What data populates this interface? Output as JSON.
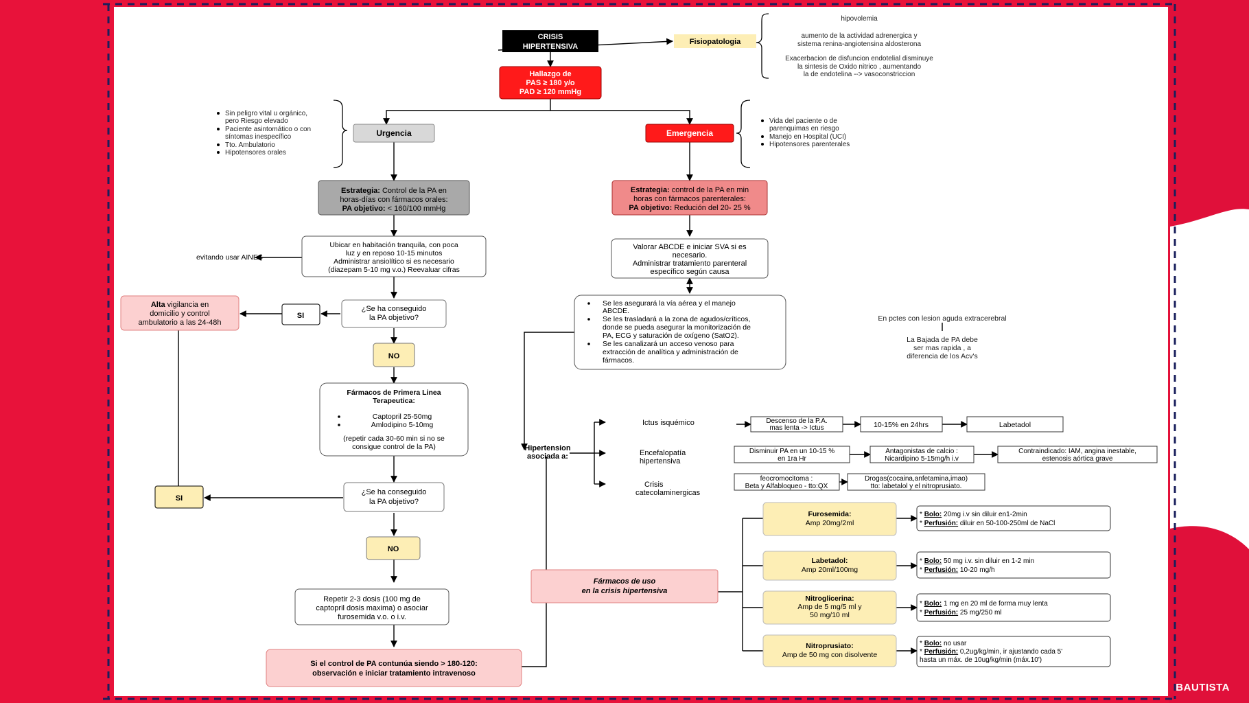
{
  "title_box": {
    "line1": "CRISIS",
    "line2": "HIPERTENSIVA"
  },
  "fisiopatologia": {
    "label": "Fisiopatologia",
    "items": [
      "hipovolemia",
      "aumento de la actividad adrenergica y",
      "sistema renina-angiotensina aldosterona",
      "Exacerbacion de disfuncion endotelial disminuye",
      "la sintesis de Oxido nitrico , aumentando",
      "la de endotelina --> vasoconstriccion"
    ]
  },
  "hallazgo": {
    "line1": "Hallazgo de",
    "line2": "PAS ≥ 180 y/o",
    "line3": "PAD ≥ 120 mmHg"
  },
  "urgencia": {
    "label": "Urgencia",
    "notes": [
      "Sin peligro vital u orgánico,",
      "pero Riesgo elevado",
      "Paciente asintomático o con",
      "síntomas inespecífico",
      "Tto. Ambulatorio",
      "Hipotensores orales"
    ],
    "strategy": {
      "bold1": "Estrategia:",
      "text1": " Control de la PA en",
      "line2": "horas-días con fármacos orales:",
      "bold3": "PA objetivo:",
      "text3": " < 160/100 mmHg"
    },
    "ubicar": [
      "Ubicar en habitación tranquila, con poca",
      "luz y en reposo 10-15 minutos",
      "Administrar ansiolítico si es necesario",
      "(diazepam 5-10 mg v.o.) Reevaluar cifras"
    ],
    "aines": "evitando usar AINES",
    "q1": [
      "¿Se ha conseguido",
      "la PA objetivo?"
    ],
    "si": "SI",
    "no": "NO",
    "alta": {
      "bold": "Alta",
      "rest1": " vigilancia en",
      "line2": "domicilio y control",
      "line3": "ambulatorio a las 24-48h"
    },
    "farmacos1": {
      "title1": "Fármacos de Primera Linea",
      "title2": "Terapeutica:",
      "items": [
        "Captopril 25-50mg",
        "Amlodipino 5-10mg"
      ],
      "note1": "(repetir cada 30-60 min si no se",
      "note2": "consigue control de la PA)"
    },
    "q2": [
      "¿Se ha conseguido",
      "la PA objetivo?"
    ],
    "si2": "SI",
    "no2": "NO",
    "repetir": [
      "Repetir 2-3 dosis (100 mg de",
      "captopril dosis maxima) o asociar",
      "furosemida v.o. o i.v."
    ],
    "control": [
      "Si el control de PA contunúa siendo > 180-120:",
      "observación e iniciar tratamiento intravenoso"
    ]
  },
  "emergencia": {
    "label": "Emergencia",
    "notes": [
      "Vida del paciente o de",
      "parenquimas en riesgo",
      "Manejo en Hospital (UCI)",
      "Hipotensores parenterales"
    ],
    "strategy": {
      "bold1": "Estrategia:",
      "text1": " control de la PA en min",
      "line2": "horas con fármacos parenterales:",
      "bold3": "PA objetivo:",
      "text3": " Redución del 20- 25 %"
    },
    "valorar": [
      "Valorar ABCDE e iniciar SVA si es",
      "necesario.",
      "Administrar tratamiento parenteral",
      "específico según causa"
    ],
    "bullets": [
      "Se les asegurará la vía aérea y el manejo",
      "ABCDE.",
      "Se les trasladará a la zona de agudos/críticos,",
      "donde se pueda asegurar la monitorización de",
      "PA, ECG y saturación de oxígeno (SatO2).",
      "Se les canalizará un acceso venoso para",
      "extracción de analítica y administración de",
      "fármacos."
    ],
    "lesion": [
      "En pctes con lesion aguda  extracerebral",
      "|",
      "La Bajada de PA  debe",
      "ser mas rapida , a",
      "diferencia de los Acv's"
    ]
  },
  "hipertension": {
    "label1": "Hipertension",
    "label2": "asociada a:",
    "ictus": {
      "label": "Ictus isquémico",
      "b1": [
        "Descenso de la P.A.",
        "mas lenta -> Ictus"
      ],
      "b2": "10-15% en 24hrs",
      "b3": "Labetadol"
    },
    "encef": {
      "label1": "Encefalopatía",
      "label2": "hipertensiva",
      "b1": [
        "Disminuir PA en un 10-15 %",
        "en 1ra Hr"
      ],
      "b2": [
        "Antagonistas de calcio :",
        "Nicardipino 5-15mg/h i.v"
      ],
      "b3": [
        "Contraindicado: IAM, angina inestable,",
        "estenosis aórtica grave"
      ]
    },
    "crisis": {
      "label1": "Crisis",
      "label2": "catecolaminergicas",
      "b1": [
        "feocromocitoma :",
        "Beta y Alfabloqueo - tto:QX"
      ],
      "b2": [
        "Drogas(cocaina,anfetamina,imao)",
        "tto: labetalol y el nitroprusiato."
      ]
    }
  },
  "farmacos_uso": {
    "title1": "Fármacos de uso",
    "title2": "en la crisis hipertensiva",
    "drugs": [
      {
        "name": "Furosemida:",
        "detail": [
          "Amp 20mg/2ml"
        ],
        "bolo": " 20mg i.v  sin diluir en1-2min",
        "perf": " diluir en 50-100-250ml de NaCl"
      },
      {
        "name": "Labetadol:",
        "detail": [
          "Amp 20ml/100mg"
        ],
        "bolo": " 50 mg i.v. sin diluir en 1-2 min",
        "perf": "  10-20 mg/h"
      },
      {
        "name": "Nitroglicerina:",
        "detail": [
          "Amp de 5 mg/5 ml y",
          "50 mg/10 ml"
        ],
        "bolo": " 1 mg en 20 ml de forma muy lenta",
        "perf": " 25 mg/250 ml"
      },
      {
        "name": "Nitroprusiato:",
        "detail": [
          "Amp de 50 mg con disolvente"
        ],
        "bolo": " no usar",
        "perf": " 0,2ug/kg/min, ir ajustando cada 5'",
        "perf2": "hasta un máx. de 10ug/kg/min (máx.10')"
      }
    ],
    "bolo_label": "Bolo:",
    "perf_label": "Perfusión:",
    "star": "*"
  },
  "footer": "BAUTISTA",
  "colors": {
    "red_bg": "#e8123a",
    "navy": "#1a1f5c",
    "red_box": "#ff1a1a",
    "gray_box": "#a9a9a9",
    "pink_box": "#f4a6a6",
    "light_pink": "#fde3e3",
    "cream": "#fdeeb5"
  }
}
